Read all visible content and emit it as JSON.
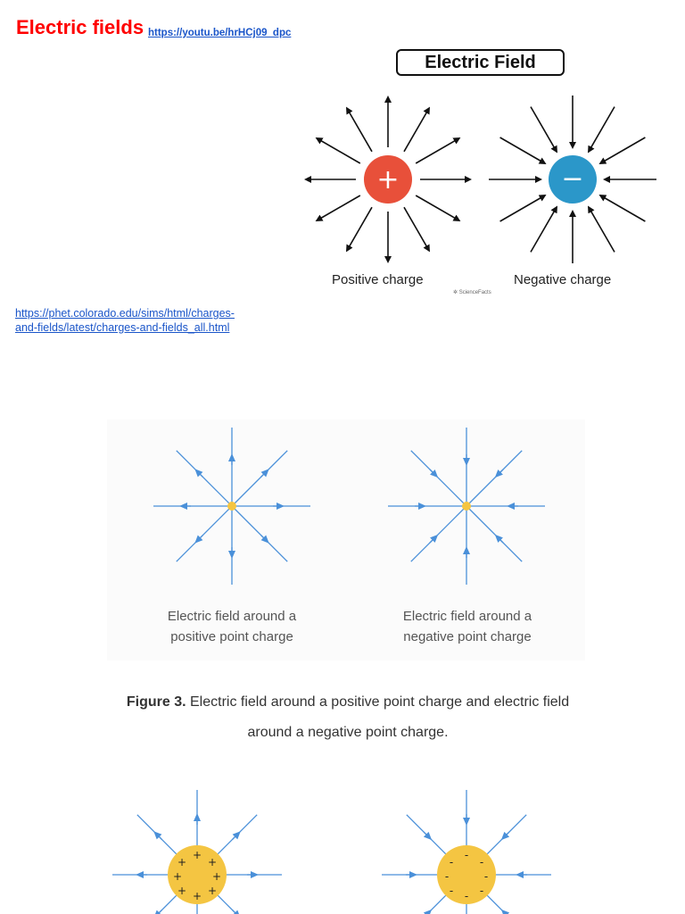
{
  "header": {
    "title": "Electric fields",
    "youtube_link": "https://youtu.be/hrHCj09_dpc"
  },
  "top_diagram": {
    "title": "Electric Field",
    "positive_symbol": "+",
    "negative_symbol": "−",
    "positive_label": "Positive charge",
    "negative_label": "Negative charge",
    "logo_text": "ScienceFacts",
    "colors": {
      "positive": "#e8503a",
      "negative": "#2b97c9",
      "arrow": "#111111"
    }
  },
  "phet_link": "https://phet.colorado.edu/sims/html/charges-and-fields/latest/charges-and-fields_all.html",
  "figure3": {
    "positive_caption_line1": "Electric field around a",
    "positive_caption_line2": "positive point charge",
    "negative_caption_line1": "Electric field around a",
    "negative_caption_line2": "negative point charge",
    "caption_label": "Figure 3.",
    "caption_text_line1": "Electric field around a positive point charge and electric field",
    "caption_text_line2": "around a negative point charge.",
    "colors": {
      "line": "#4a90d9",
      "charge": "#f4c542"
    }
  },
  "bottom_diagram": {
    "positive_sign": "+",
    "negative_sign": "-",
    "colors": {
      "line": "#4a90d9",
      "sphere": "#f4c542"
    }
  }
}
